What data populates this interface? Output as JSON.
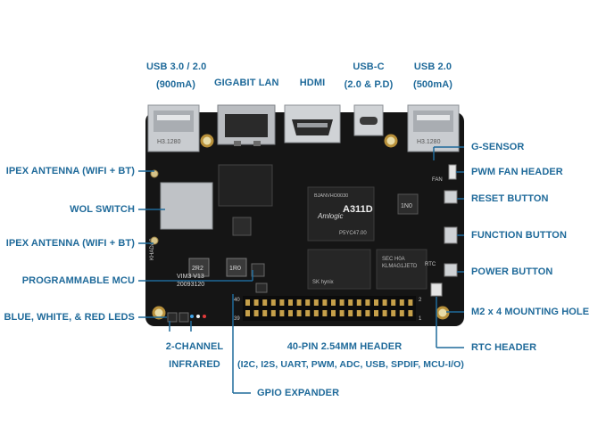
{
  "top_labels": {
    "usb3": {
      "line1": "USB 3.0 / 2.0",
      "line2": "(900mA)"
    },
    "lan": {
      "line1": "GIGABIT LAN"
    },
    "hdmi": {
      "line1": "HDMI"
    },
    "usbc": {
      "line1": "USB-C",
      "line2": "(2.0 & P.D)"
    },
    "usb2": {
      "line1": "USB 2.0",
      "line2": "(500mA)"
    }
  },
  "left_labels": {
    "ipex1": "IPEX ANTENNA (WIFI + BT)",
    "wol": "WOL SWITCH",
    "ipex2": "IPEX ANTENNA (WIFI + BT)",
    "mcu": "PROGRAMMABLE MCU",
    "leds": "BLUE, WHITE, & RED LEDS"
  },
  "right_labels": {
    "gsensor": "G-SENSOR",
    "pwm_fan": "PWM FAN HEADER",
    "reset": "RESET BUTTON",
    "function": "FUNCTION BUTTON",
    "power": "POWER BUTTON",
    "mounting": "M2 x 4 MOUNTING HOLE",
    "rtc": "RTC HEADER"
  },
  "bottom_labels": {
    "infrared": {
      "line1": "2-CHANNEL",
      "line2": "INFRARED"
    },
    "header": {
      "line1": "40-PIN 2.54MM HEADER",
      "line2": "(I2C, I2S, UART, PWM, ADC, USB, SPDIF, MCU-I/O)"
    },
    "gpio": "GPIO EXPANDER"
  },
  "board_text": {
    "usb_a_left": "H3.1280",
    "usb_a_right": "H3.1280",
    "soc_brand": "Amlogic",
    "soc_model": "A311D",
    "soc_code": "P5YC47.00",
    "soc_top": "BJANVHO0030",
    "ram_left_brand": "SK hynix",
    "ram_right_1": "SEC H0A",
    "ram_right_2": "KLMAG1JETD",
    "wifi_chip": "1N0",
    "logo": "KHADAS",
    "model": "VIM3 V13",
    "serial": "20093120",
    "pin_40": "40",
    "pin_39": "39",
    "pin_2": "2",
    "pin_1": "1",
    "fan": "FAN",
    "rtc": "RTC",
    "ind_2r2": "2R2",
    "ind_1r0": "1R0"
  },
  "colors": {
    "label": "#1f6a9a",
    "line": "#1f6a9a",
    "pcb": "#151515",
    "metal": "#c9ccd0",
    "gold": "#b8903a"
  }
}
